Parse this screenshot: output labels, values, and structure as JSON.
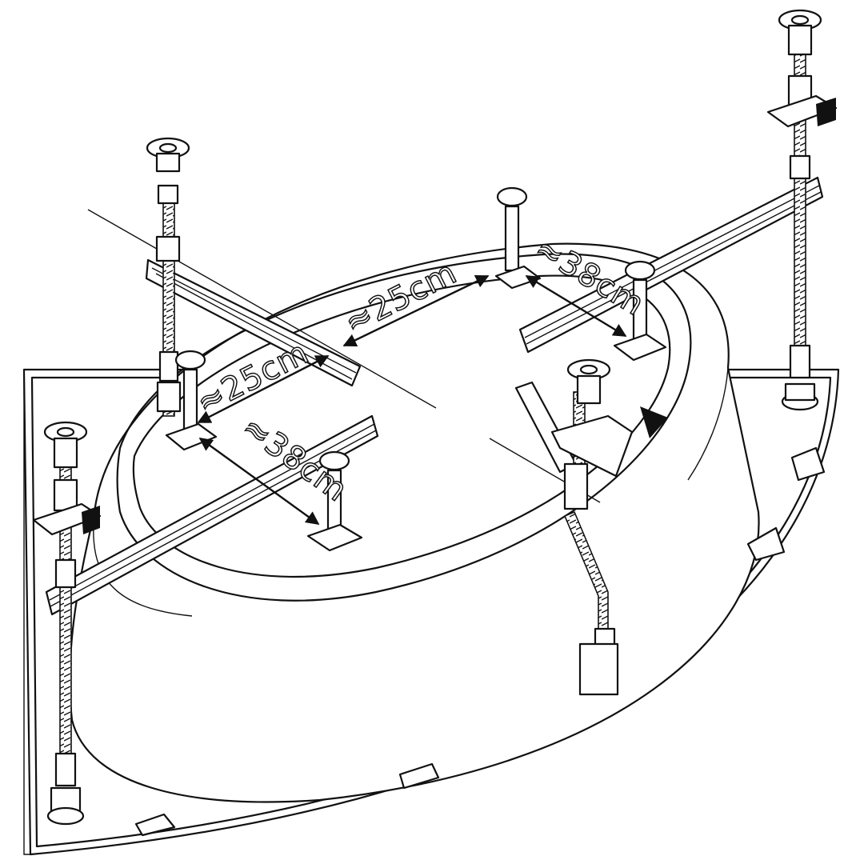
{
  "dimensions": {
    "top_edge": "≈25cm",
    "upper_left": "≈25cm",
    "lower_left": "≈38cm",
    "upper_right": "≈38cm"
  }
}
